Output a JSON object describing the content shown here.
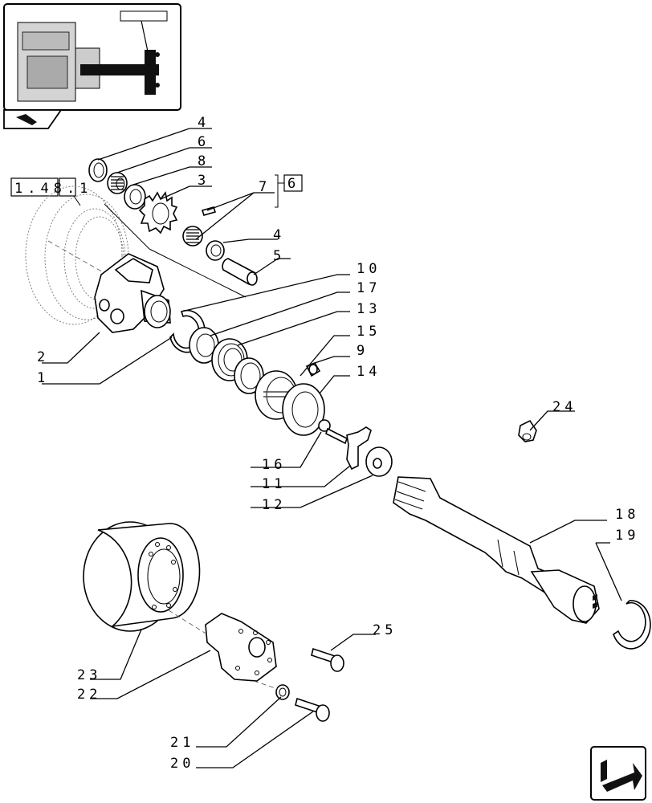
{
  "labels": {
    "p1": "1",
    "p2": "2",
    "p3": "3",
    "p4a": "4",
    "p4b": "4",
    "p5": "5",
    "p6": "6",
    "p7": "7",
    "p8": "8",
    "p9": "9",
    "p10": "10",
    "p11": "11",
    "p12": "12",
    "p13": "13",
    "p14": "14",
    "p15": "15",
    "p16": "16",
    "p17": "17",
    "p18": "18",
    "p19": "19",
    "p20": "20",
    "p21": "21",
    "p22": "22",
    "p23": "23",
    "p24": "24",
    "p25": "25"
  },
  "refs": {
    "section": "1.48.1",
    "boxed_section": "1",
    "box_part7": "6"
  },
  "icons": {
    "thumbnail": "assembly-location-thumbnail",
    "back_nav": "previous-page-arrow-icon",
    "next_nav": "next-page-arrow-icon"
  }
}
